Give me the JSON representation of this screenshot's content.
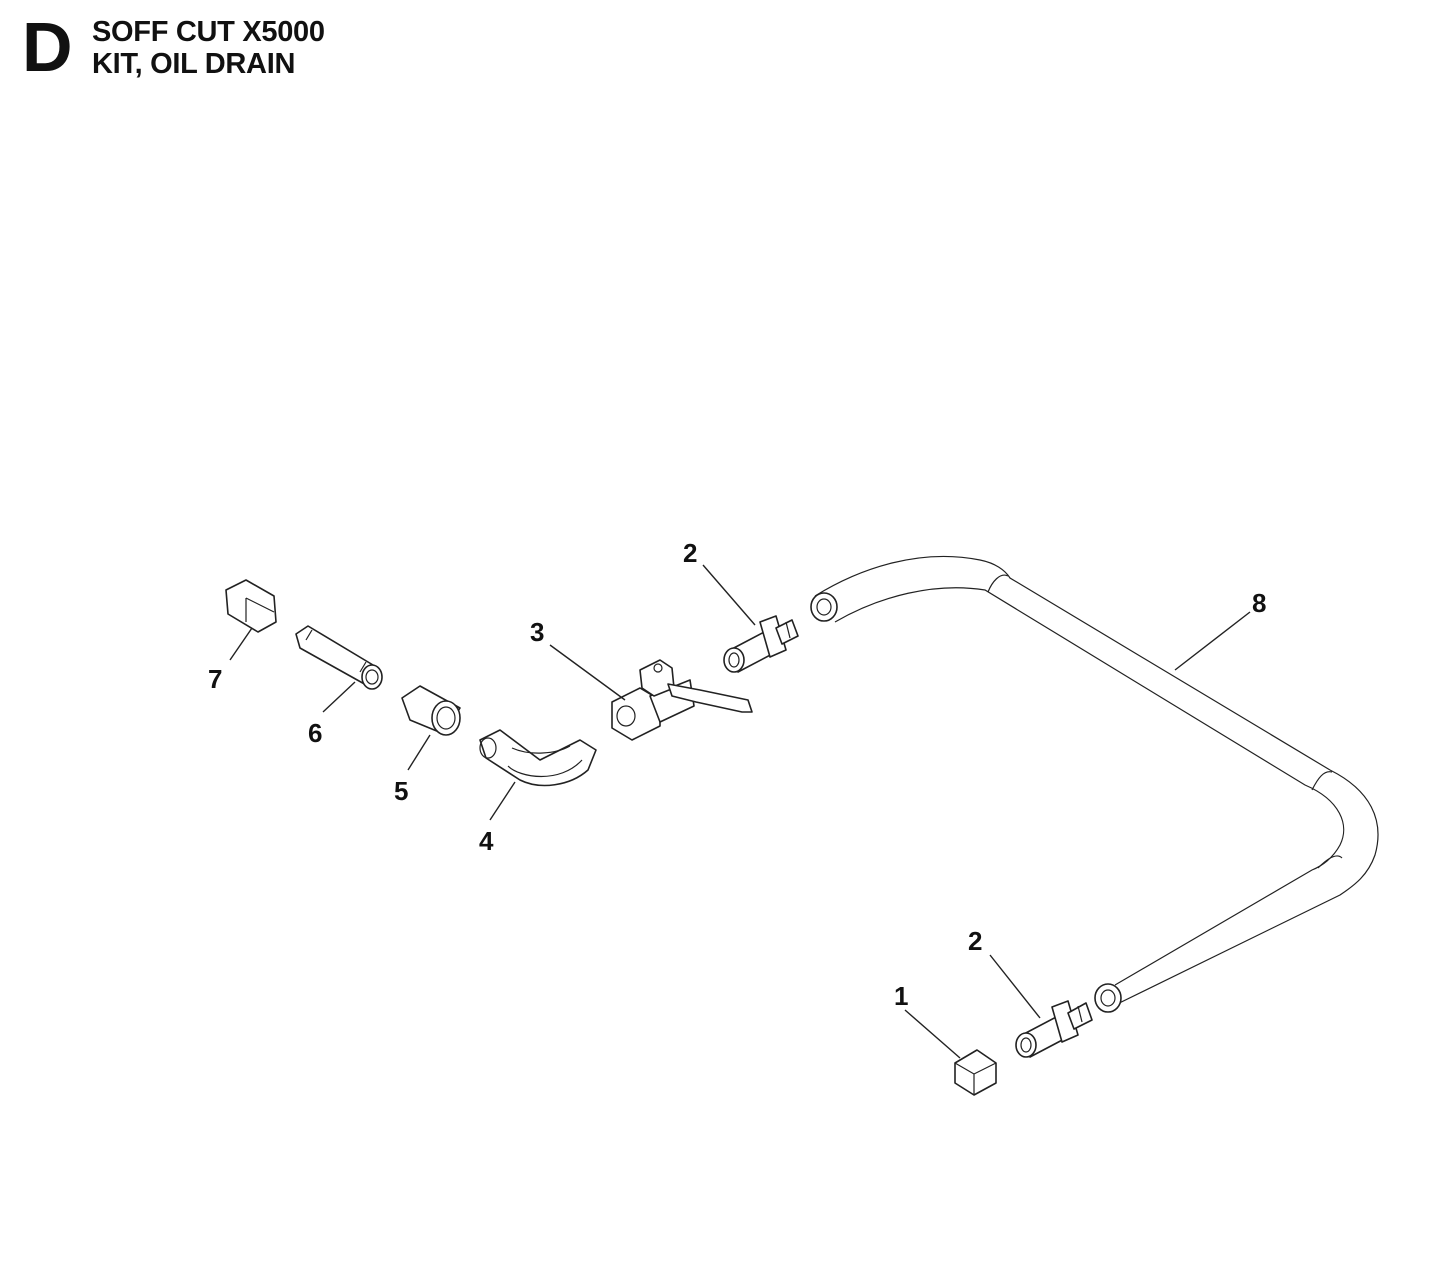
{
  "header": {
    "section_letter": "D",
    "model": "SOFF CUT X5000",
    "assembly": "KIT, OIL DRAIN"
  },
  "callouts": [
    {
      "id": "c1",
      "label": "1"
    },
    {
      "id": "c2a",
      "label": "2"
    },
    {
      "id": "c2b",
      "label": "2"
    },
    {
      "id": "c3",
      "label": "3"
    },
    {
      "id": "c4",
      "label": "4"
    },
    {
      "id": "c5",
      "label": "5"
    },
    {
      "id": "c6",
      "label": "6"
    },
    {
      "id": "c7",
      "label": "7"
    },
    {
      "id": "c8",
      "label": "8"
    }
  ],
  "parts": {
    "p1": "hex-cap-icon",
    "p2": "barbed-fitting-icon",
    "p3": "ball-valve-icon",
    "p4": "elbow-fitting-icon",
    "p5": "coupling-sleeve-icon",
    "p6": "pipe-nipple-icon",
    "p7": "hex-bushing-icon",
    "p8": "drain-hose-icon"
  }
}
